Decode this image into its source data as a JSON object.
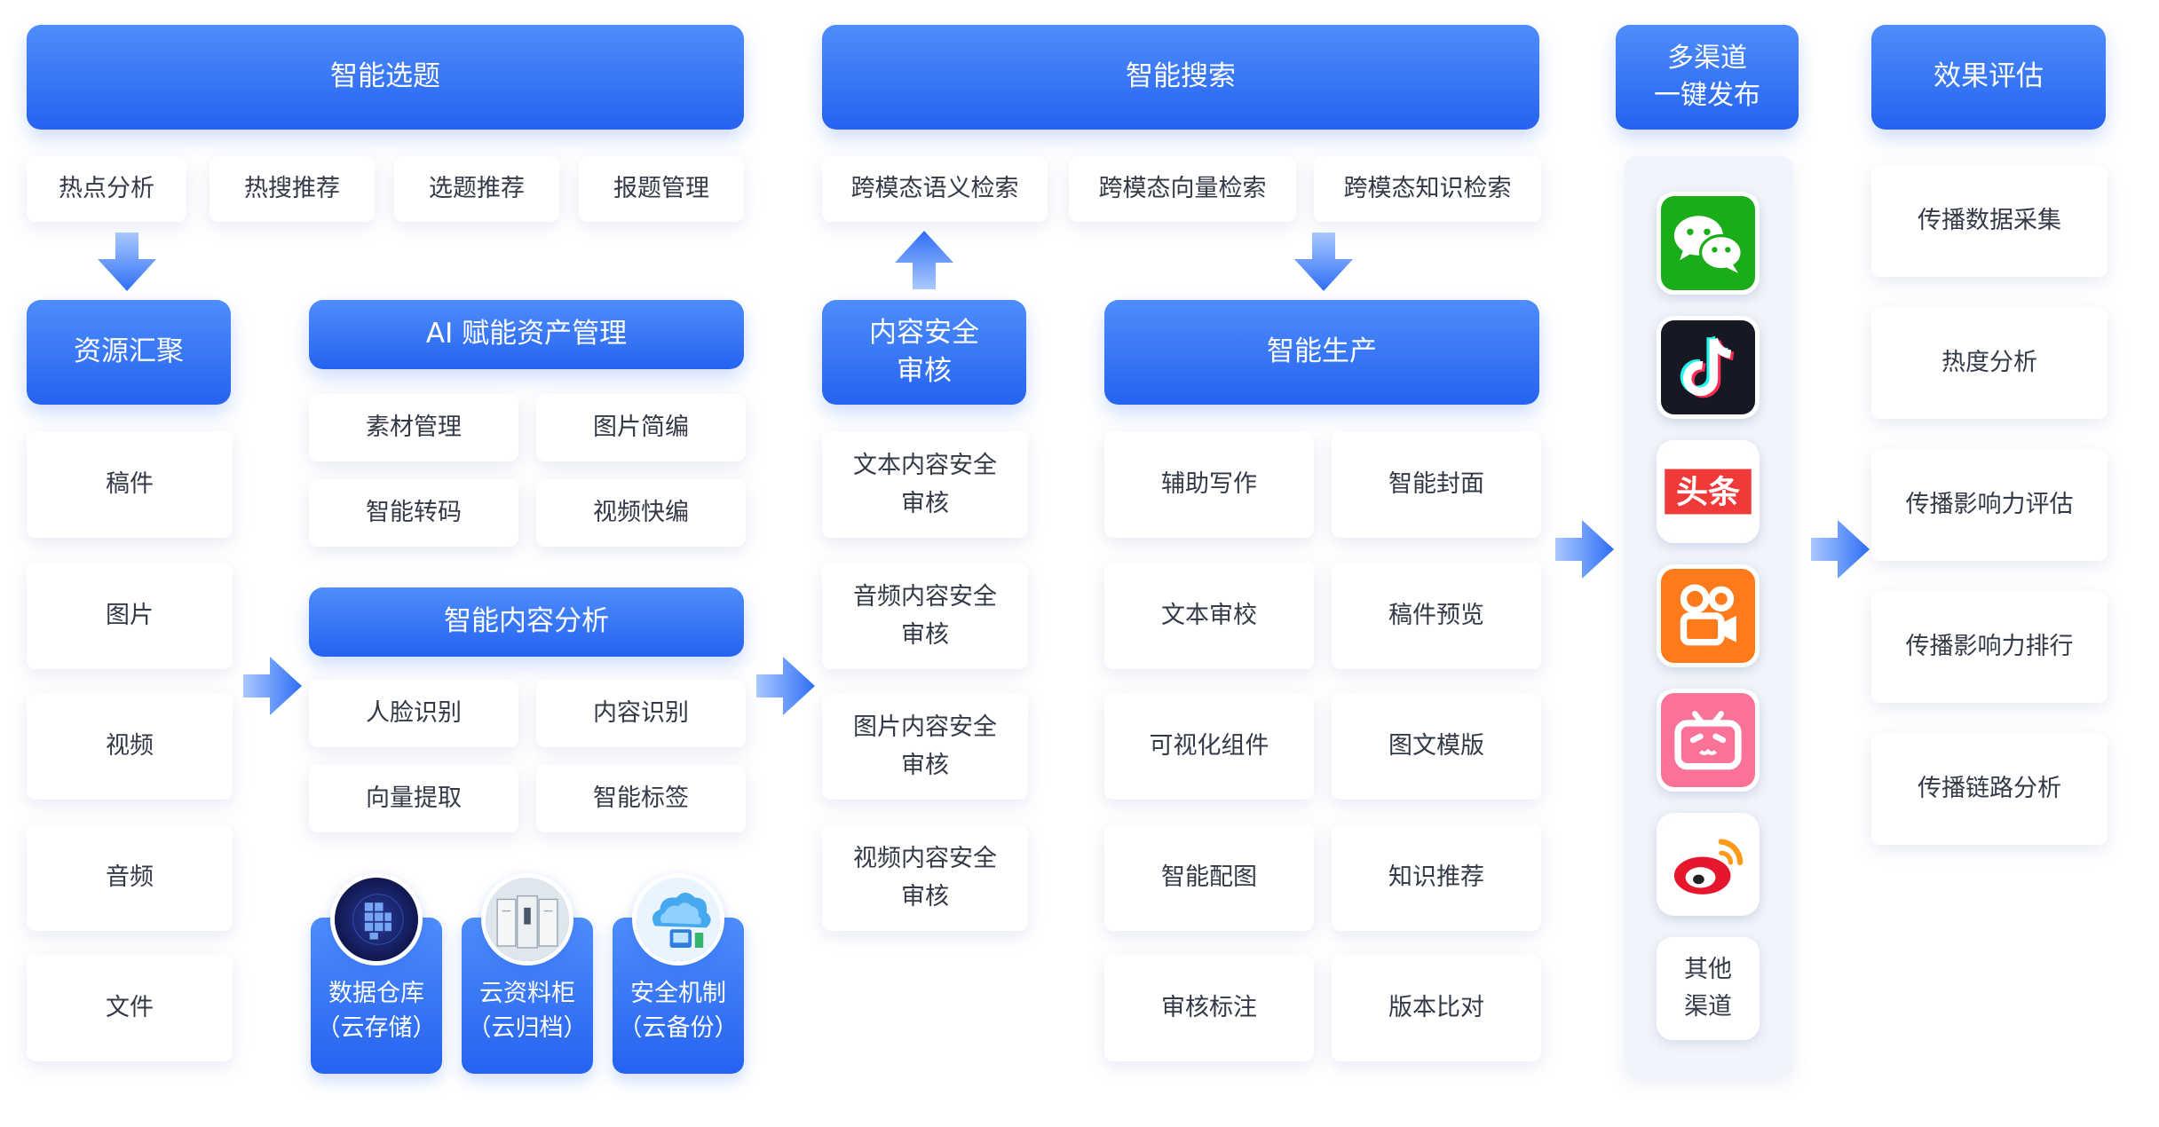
{
  "colors": {
    "header_blue": "#2f6ff5",
    "arrow_blue": "#3b7cf7",
    "card_bg": "#ffffff"
  },
  "topic": {
    "title": "智能选题",
    "items": [
      "热点分析",
      "热搜推荐",
      "选题推荐",
      "报题管理"
    ]
  },
  "resources": {
    "title": "资源汇聚",
    "items": [
      "稿件",
      "图片",
      "视频",
      "音频",
      "文件"
    ]
  },
  "asset_mgmt": {
    "title": "AI 赋能资产管理",
    "items": [
      "素材管理",
      "图片简编",
      "智能转码",
      "视频快编"
    ]
  },
  "content_analysis": {
    "title": "智能内容分析",
    "items": [
      "人脸识别",
      "内容识别",
      "向量提取",
      "智能标签"
    ]
  },
  "storage": [
    {
      "label": "数据仓库\n（云存储）",
      "icon": "data-warehouse-icon"
    },
    {
      "label": "云资料柜\n（云归档）",
      "icon": "cloud-cabinet-icon"
    },
    {
      "label": "安全机制\n（云备份）",
      "icon": "cloud-backup-icon"
    }
  ],
  "search": {
    "title": "智能搜索",
    "items": [
      "跨模态语义检索",
      "跨模态向量检索",
      "跨模态知识检索"
    ]
  },
  "security": {
    "title": "内容安全\n审核",
    "items": [
      "文本内容安全\n审核",
      "音频内容安全\n审核",
      "图片内容安全\n审核",
      "视频内容安全\n审核"
    ]
  },
  "production": {
    "title": "智能生产",
    "items": [
      "辅助写作",
      "智能封面",
      "文本审校",
      "稿件预览",
      "可视化组件",
      "图文模版",
      "智能配图",
      "知识推荐",
      "审核标注",
      "版本比对"
    ]
  },
  "publish": {
    "title": "多渠道\n一键发布",
    "apps": [
      "wechat-icon",
      "douyin-icon",
      "toutiao-icon",
      "kuaishou-icon",
      "bilibili-icon",
      "weibo-icon"
    ],
    "toutiao_text": "头条",
    "other": "其他\n渠道"
  },
  "evaluation": {
    "title": "效果评估",
    "items": [
      "传播数据采集",
      "热度分析",
      "传播影响力评估",
      "传播影响力排行",
      "传播链路分析"
    ]
  }
}
